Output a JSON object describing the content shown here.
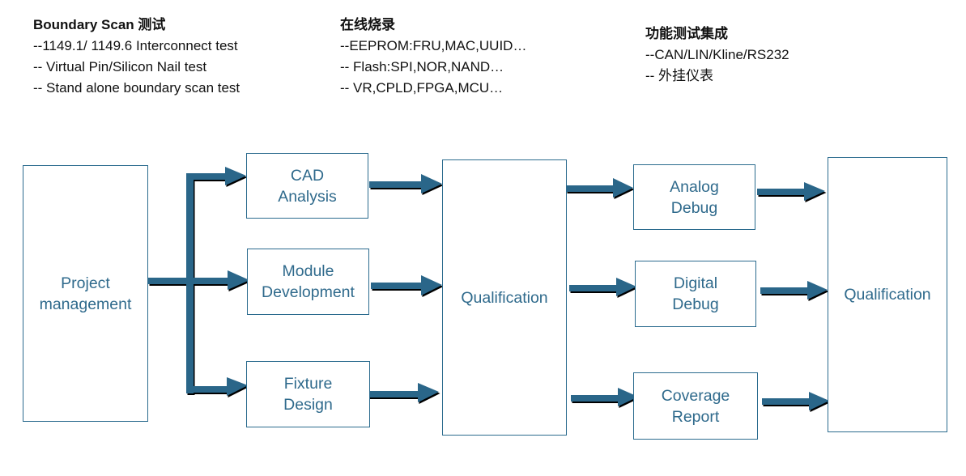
{
  "notes": [
    {
      "title": "Boundary Scan 测试",
      "lines": [
        "--1149.1/ 1149.6 Interconnect test",
        "-- Virtual Pin/Silicon Nail test",
        "-- Stand alone boundary scan test"
      ]
    },
    {
      "title": "在线烧录",
      "lines": [
        "--EEPROM:FRU,MAC,UUID…",
        "-- Flash:SPI,NOR,NAND…",
        "-- VR,CPLD,FPGA,MCU…"
      ]
    },
    {
      "title": "功能测试集成",
      "lines": [
        "--CAN/LIN/Kline/RS232",
        "-- 外挂仪表"
      ]
    }
  ],
  "boxes": {
    "project": "Project\nmanagement",
    "cad": "CAD\nAnalysis",
    "module": "Module\nDevelopment",
    "fixture": "Fixture\nDesign",
    "qual1": "Qualification",
    "analog": "Analog\nDebug",
    "digital": "Digital\nDebug",
    "coverage": "Coverage\nReport",
    "qual2": "Qualification"
  },
  "colors": {
    "accent": "#2a6689",
    "border": "#2b6b8e",
    "text": "#2f6a8c"
  }
}
